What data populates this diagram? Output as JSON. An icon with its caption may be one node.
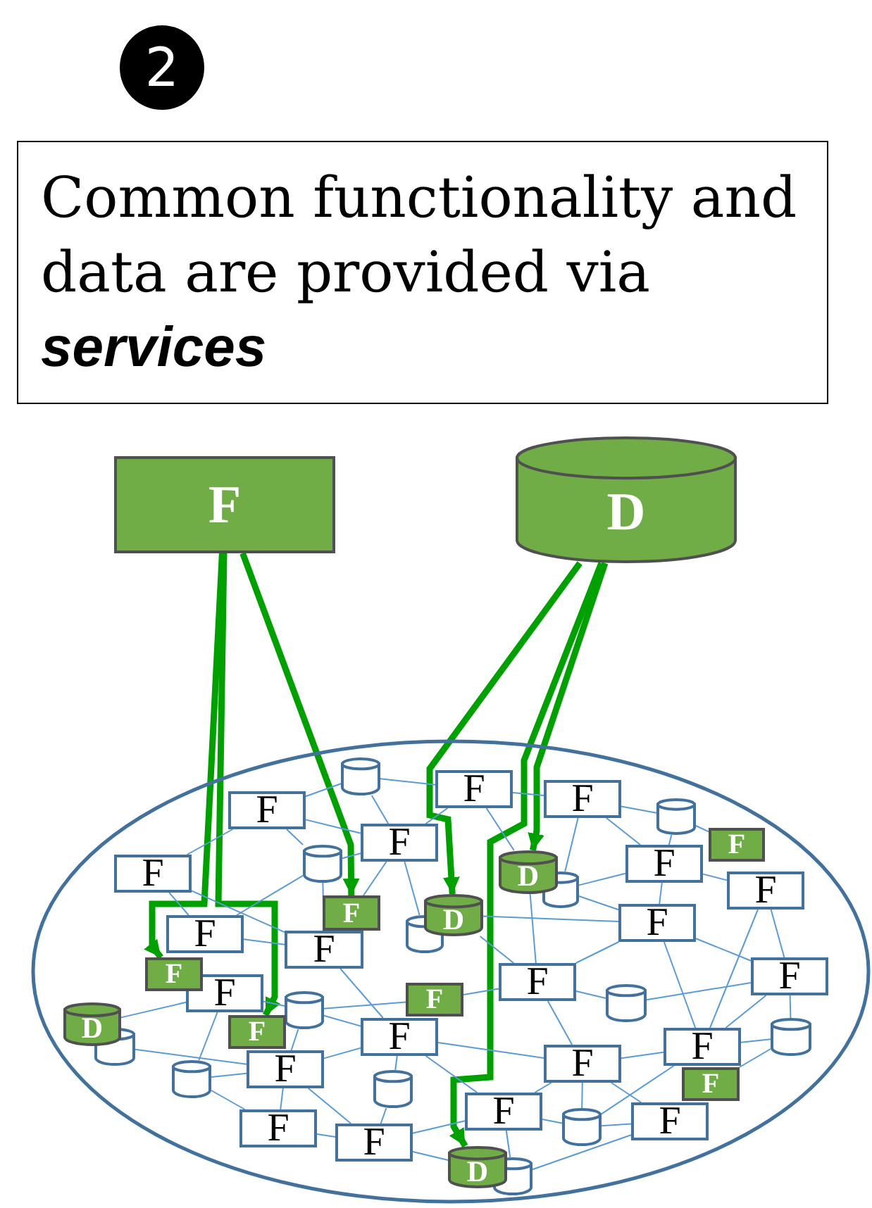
{
  "diagram": {
    "nodes": [
      {
        "text": [
          "2"
        ]
      },
      {
        "text": [
          "Common functionality and data are provided via **services**"
        ]
      },
      {
        "text": [
          "F"
        ]
      },
      {
        "text": [
          "D"
        ]
      },
      {
        "text": [],
        "shape": "ellipse"
      },
      {
        "text": [],
        "shape": "cylinder",
        "in": 4
      },
      {
        "text": [
          "F"
        ],
        "in": 4
      },
      {
        "text": [
          "F"
        ],
        "in": 4
      },
      {
        "text": [
          "F"
        ],
        "in": 4
      },
      {
        "text": [],
        "shape": "cylinder",
        "in": 4
      },
      {
        "text": [
          "F"
        ],
        "in": 4
      },
      {
        "text": [
          "F"
        ],
        "in": 4
      },
      {
        "text": [],
        "shape": "cylinder",
        "in": 4
      },
      {
        "text": [
          "F"
        ],
        "in": 4
      },
      {
        "text": [
          "D"
        ],
        "in": 4
      },
      {
        "text": [
          "F"
        ],
        "in": 4
      },
      {
        "text": [],
        "shape": "cylinder",
        "in": 4
      },
      {
        "text": [
          "F"
        ],
        "in": 4
      },
      {
        "text": [
          "D"
        ],
        "in": 4
      },
      {
        "text": [
          "F"
        ],
        "in": 4
      },
      {
        "text": [
          "F"
        ],
        "in": 4
      },
      {
        "text": [
          "F"
        ],
        "in": 4
      },
      {
        "text": [],
        "shape": "cylinder",
        "in": 4
      },
      {
        "text": [
          "F"
        ],
        "in": 4
      },
      {
        "text": [
          "F"
        ],
        "in": 4
      },
      {
        "text": [
          "F"
        ],
        "in": 4
      },
      {
        "text": [
          "F"
        ],
        "in": 4
      },
      {
        "text": [
          "F"
        ],
        "in": 4
      },
      {
        "text": [],
        "shape": "cylinder",
        "in": 4
      },
      {
        "text": [],
        "shape": "cylinder",
        "in": 4
      },
      {
        "text": [
          "F"
        ],
        "in": 4
      },
      {
        "text": [
          "D"
        ],
        "in": 4
      },
      {
        "text": [
          "F"
        ],
        "in": 4
      },
      {
        "text": [],
        "shape": "cylinder",
        "in": 4
      },
      {
        "text": [],
        "shape": "cylinder",
        "in": 4
      },
      {
        "text": [
          "F"
        ],
        "in": 4
      },
      {
        "text": [
          "F"
        ],
        "in": 4
      },
      {
        "text": [
          "F"
        ],
        "in": 4
      },
      {
        "text": [
          "F"
        ],
        "in": 4
      },
      {
        "text": [],
        "shape": "cylinder",
        "in": 4
      },
      {
        "text": [],
        "shape": "cylinder",
        "in": 4
      },
      {
        "text": [
          "F"
        ],
        "in": 4
      },
      {
        "text": [
          "F"
        ],
        "in": 4
      },
      {
        "text": [
          "F"
        ],
        "in": 4
      },
      {
        "text": [],
        "shape": "cylinder",
        "in": 4
      },
      {
        "text": [
          "F"
        ],
        "in": 4
      },
      {
        "text": [
          "F"
        ],
        "in": 4
      },
      {
        "text": [
          "D"
        ],
        "in": 4
      },
      {
        "text": [],
        "shape": "cylinder",
        "in": 4
      }
    ],
    "edges": [
      {
        "from": 2,
        "to": 24,
        "arrow": "to",
        "style": "thick",
        "color": "#00a000"
      },
      {
        "from": 2,
        "to": 36,
        "arrow": "to",
        "style": "thick",
        "color": "#00a000"
      },
      {
        "from": 2,
        "to": 20,
        "arrow": "to",
        "style": "thick",
        "color": "#00a000"
      },
      {
        "from": 3,
        "to": 18,
        "arrow": "to",
        "style": "thick",
        "color": "#00a000"
      },
      {
        "from": 3,
        "to": 14,
        "arrow": "to",
        "style": "thick",
        "color": "#00a000"
      },
      {
        "from": 3,
        "to": 47,
        "arrow": "to",
        "style": "thick",
        "color": "#00a000"
      },
      {
        "from": 5,
        "to": 6,
        "arrow": "none"
      },
      {
        "from": 5,
        "to": 10,
        "arrow": "none"
      },
      {
        "from": 5,
        "to": 8,
        "arrow": "none"
      },
      {
        "from": 8,
        "to": 10,
        "arrow": "none"
      },
      {
        "from": 8,
        "to": 15,
        "arrow": "none"
      },
      {
        "from": 8,
        "to": 12,
        "arrow": "none"
      },
      {
        "from": 10,
        "to": 12,
        "arrow": "none"
      },
      {
        "from": 15,
        "to": 21,
        "arrow": "none"
      },
      {
        "from": 15,
        "to": 23,
        "arrow": "none"
      },
      {
        "from": 21,
        "to": 12,
        "arrow": "none"
      },
      {
        "from": 10,
        "to": 20,
        "arrow": "none"
      },
      {
        "from": 10,
        "to": 22,
        "arrow": "none"
      },
      {
        "from": 12,
        "to": 23,
        "arrow": "none"
      },
      {
        "from": 21,
        "to": 23,
        "arrow": "none"
      },
      {
        "from": 6,
        "to": 10,
        "arrow": "none"
      },
      {
        "from": 6,
        "to": 7,
        "arrow": "none"
      },
      {
        "from": 6,
        "to": 14,
        "arrow": "none"
      },
      {
        "from": 7,
        "to": 9,
        "arrow": "none"
      },
      {
        "from": 7,
        "to": 16,
        "arrow": "none"
      },
      {
        "from": 9,
        "to": 13,
        "arrow": "none"
      },
      {
        "from": 7,
        "to": 13,
        "arrow": "none"
      },
      {
        "from": 16,
        "to": 13,
        "arrow": "none"
      },
      {
        "from": 16,
        "to": 19,
        "arrow": "none"
      },
      {
        "from": 13,
        "to": 19,
        "arrow": "none"
      },
      {
        "from": 13,
        "to": 17,
        "arrow": "none"
      },
      {
        "from": 9,
        "to": 11,
        "arrow": "none"
      },
      {
        "from": 18,
        "to": 19,
        "arrow": "none"
      },
      {
        "from": 18,
        "to": 26,
        "arrow": "none"
      },
      {
        "from": 14,
        "to": 26,
        "arrow": "none"
      },
      {
        "from": 17,
        "to": 25,
        "arrow": "none"
      },
      {
        "from": 17,
        "to": 35,
        "arrow": "none"
      },
      {
        "from": 19,
        "to": 25,
        "arrow": "none"
      },
      {
        "from": 19,
        "to": 26,
        "arrow": "none"
      },
      {
        "from": 19,
        "to": 35,
        "arrow": "none"
      },
      {
        "from": 27,
        "to": 29,
        "arrow": "none"
      },
      {
        "from": 27,
        "to": 39,
        "arrow": "none"
      },
      {
        "from": 31,
        "to": 27,
        "arrow": "none"
      },
      {
        "from": 34,
        "to": 38,
        "arrow": "none"
      },
      {
        "from": 39,
        "to": 38,
        "arrow": "none"
      },
      {
        "from": 39,
        "to": 45,
        "arrow": "none"
      },
      {
        "from": 38,
        "to": 29,
        "arrow": "none"
      },
      {
        "from": 38,
        "to": 45,
        "arrow": "none"
      },
      {
        "from": 38,
        "to": 46,
        "arrow": "none"
      },
      {
        "from": 38,
        "to": 32,
        "arrow": "none"
      },
      {
        "from": 29,
        "to": 32,
        "arrow": "none"
      },
      {
        "from": 29,
        "to": 30,
        "arrow": "none"
      },
      {
        "from": 45,
        "to": 46,
        "arrow": "none"
      },
      {
        "from": 46,
        "to": 40,
        "arrow": "none"
      },
      {
        "from": 32,
        "to": 40,
        "arrow": "none"
      },
      {
        "from": 23,
        "to": 32,
        "arrow": "none"
      },
      {
        "from": 46,
        "to": 42,
        "arrow": "none"
      },
      {
        "from": 26,
        "to": 28,
        "arrow": "none"
      },
      {
        "from": 28,
        "to": 25,
        "arrow": "none"
      },
      {
        "from": 37,
        "to": 35,
        "arrow": "none"
      },
      {
        "from": 32,
        "to": 37,
        "arrow": "none"
      },
      {
        "from": 32,
        "to": 42,
        "arrow": "none"
      },
      {
        "from": 26,
        "to": 37,
        "arrow": "none"
      },
      {
        "from": 37,
        "to": 44,
        "arrow": "none"
      },
      {
        "from": 37,
        "to": 43,
        "arrow": "none"
      },
      {
        "from": 42,
        "to": 44,
        "arrow": "none"
      },
      {
        "from": 37,
        "to": 42,
        "arrow": "none"
      },
      {
        "from": 44,
        "to": 43,
        "arrow": "none"
      },
      {
        "from": 44,
        "to": 35,
        "arrow": "none"
      },
      {
        "from": 35,
        "to": 25,
        "arrow": "none"
      },
      {
        "from": 25,
        "to": 33,
        "arrow": "none"
      },
      {
        "from": 33,
        "to": 35,
        "arrow": "none"
      },
      {
        "from": 33,
        "to": 41,
        "arrow": "none"
      },
      {
        "from": 43,
        "to": 48,
        "arrow": "none"
      },
      {
        "from": 42,
        "to": 48,
        "arrow": "none"
      },
      {
        "from": 46,
        "to": 47,
        "arrow": "none"
      },
      {
        "from": 30,
        "to": 26,
        "arrow": "none"
      }
    ]
  }
}
